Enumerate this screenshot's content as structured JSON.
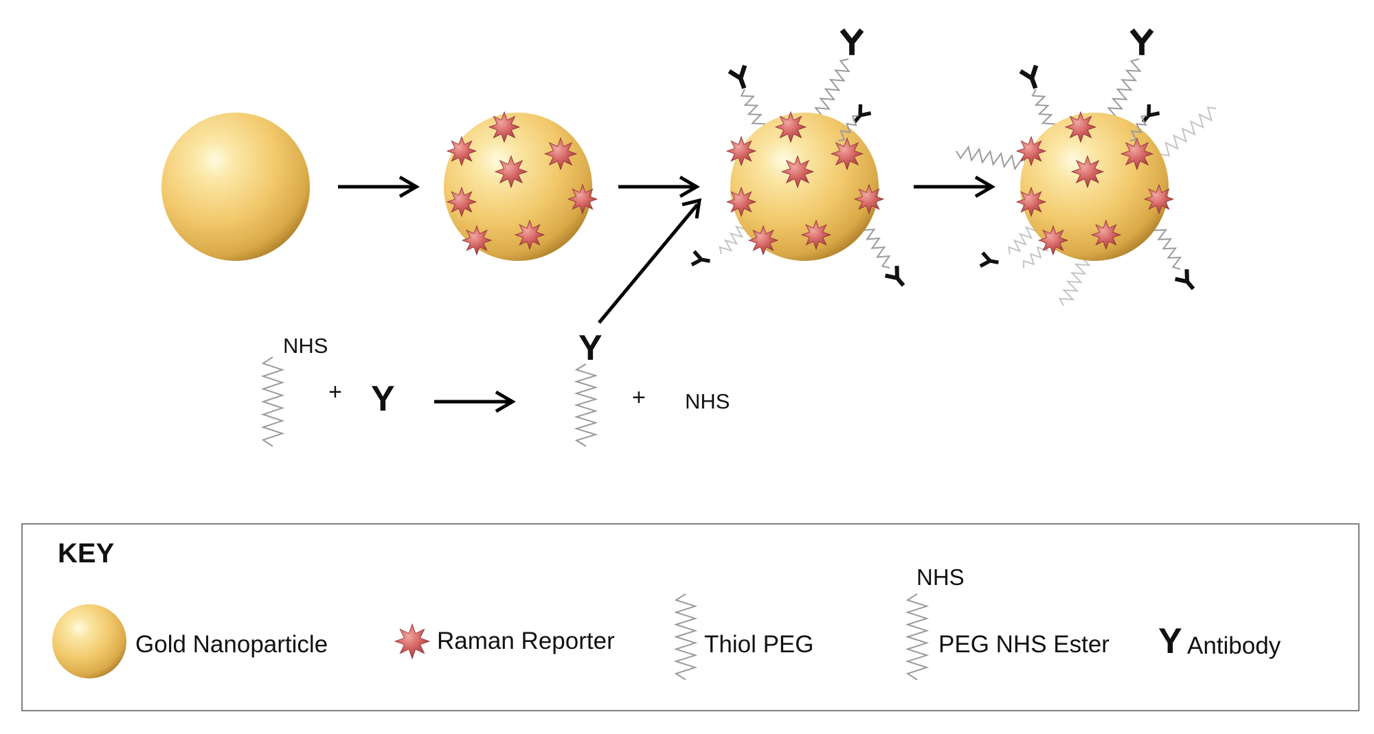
{
  "reaction": {
    "nhs_top": "NHS",
    "plus1": "+",
    "antibody1": "Y",
    "antibody2": "Y",
    "plus2": "+",
    "nhs_product": "NHS"
  },
  "key": {
    "title": "KEY",
    "gold": "Gold Nanoparticle",
    "raman": "Raman Reporter",
    "thiol": "Thiol PEG",
    "nhs_label": "NHS",
    "peg_nhs": "PEG NHS Ester",
    "antibody_symbol": "Y",
    "antibody": "Antibody"
  },
  "particles": {
    "antibody_symbol": "Y"
  },
  "colors": {
    "gold_light": "#fdf1bf",
    "gold_mid": "#f2c96c",
    "gold_dark": "#b98a2e",
    "reporter": "#cf5d5d",
    "reporter_dark": "#9c3a3a",
    "peg": "#9a9a9a",
    "arrow": "#000000"
  },
  "icons": [
    "gold-nanoparticle-icon",
    "raman-reporter-icon",
    "thiol-peg-icon",
    "peg-nhs-ester-icon",
    "antibody-icon",
    "arrow-icon"
  ]
}
